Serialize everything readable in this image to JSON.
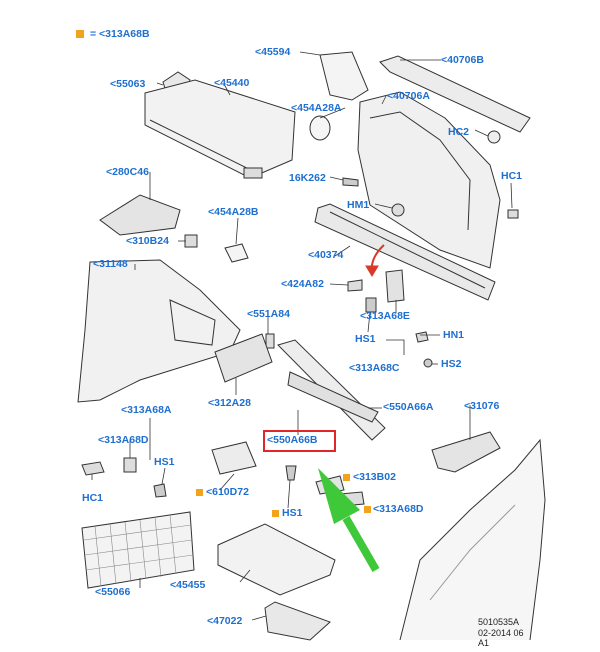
{
  "legend": {
    "text": "= <313A68B",
    "marker_color": "#f3a21b"
  },
  "labels": {
    "l45594": "<45594",
    "l40706B": "<40706B",
    "l55063": "<55063",
    "l45440": "<45440",
    "l454A28A": "<454A28A",
    "l40706A": "<40706A",
    "lHC2": "HC2",
    "lHC1top": "HC1",
    "l16K262": "16K262",
    "l280C46": "<280C46",
    "lHM1": "HM1",
    "l454A28B": "<454A28B",
    "l310B24": "<310B24",
    "l40374": "<40374",
    "l31148": "<31148",
    "l424A82": "<424A82",
    "l313A68E": "<313A68E",
    "l551A84": "<551A84",
    "lHN1": "HN1",
    "lHS1mid": "HS1",
    "l313A68C": "<313A68C",
    "lHS2": "HS2",
    "l312A28": "<312A28",
    "l550A66A": "<550A66A",
    "l31076": "<31076",
    "l313A68A": "<313A68A",
    "l313A68D": "<313A68D",
    "lHS1left": "HS1",
    "l550A66B": "<550A66B",
    "l313B02": "<313B02",
    "lHC1left": "HC1",
    "l610D72": "<610D72",
    "l313A68Dr": "<313A68D",
    "lHS1bot": "HS1",
    "l55066": "<55066",
    "l45455": "<45455",
    "l47022": "<47022"
  },
  "doc_meta": {
    "line1": "5010535A",
    "line2": "02-2014 06",
    "line3": "A1"
  },
  "colors": {
    "label": "#1f6fd0",
    "highlight": "#e0262b",
    "arrow_green": "#3fc83a",
    "arrow_red": "#d83a2a",
    "marker": "#f3a21b"
  }
}
